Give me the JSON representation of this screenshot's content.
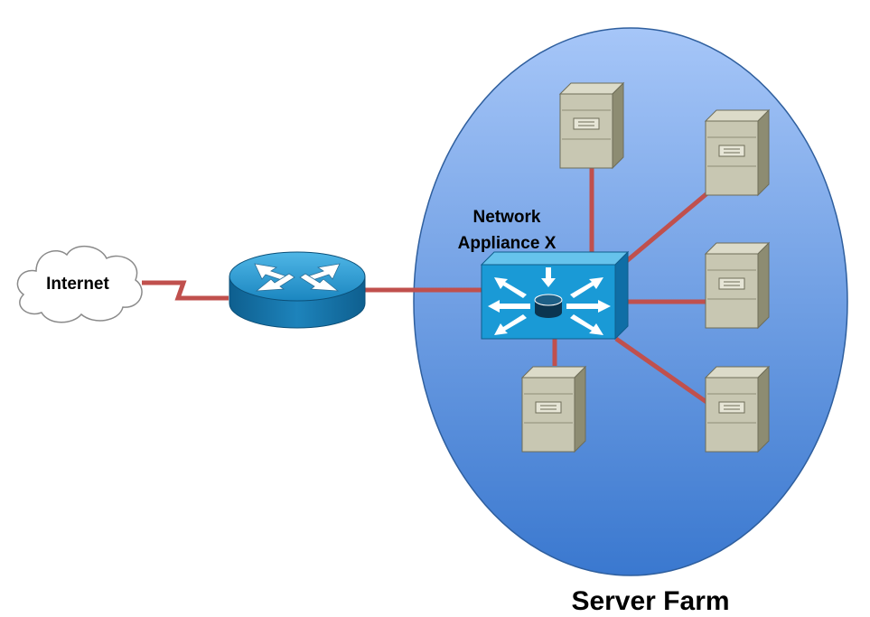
{
  "labels": {
    "internet": "Internet",
    "appliance_line1": "Network",
    "appliance_line2": "Appliance X",
    "server_farm": "Server Farm"
  },
  "nodes": {
    "internet": "cloud-icon",
    "router": "router-icon",
    "appliance": "network-appliance-icon",
    "servers": [
      "server-icon",
      "server-icon",
      "server-icon",
      "server-icon",
      "server-icon"
    ]
  },
  "colors": {
    "link": "#c0504d",
    "farm_top": "#9fc0f7",
    "farm_bottom": "#3d7bd0",
    "router": "#1f8fc7",
    "appliance": "#1a9ad6",
    "server_face": "#c9c8b3",
    "server_side": "#8c8b70"
  }
}
